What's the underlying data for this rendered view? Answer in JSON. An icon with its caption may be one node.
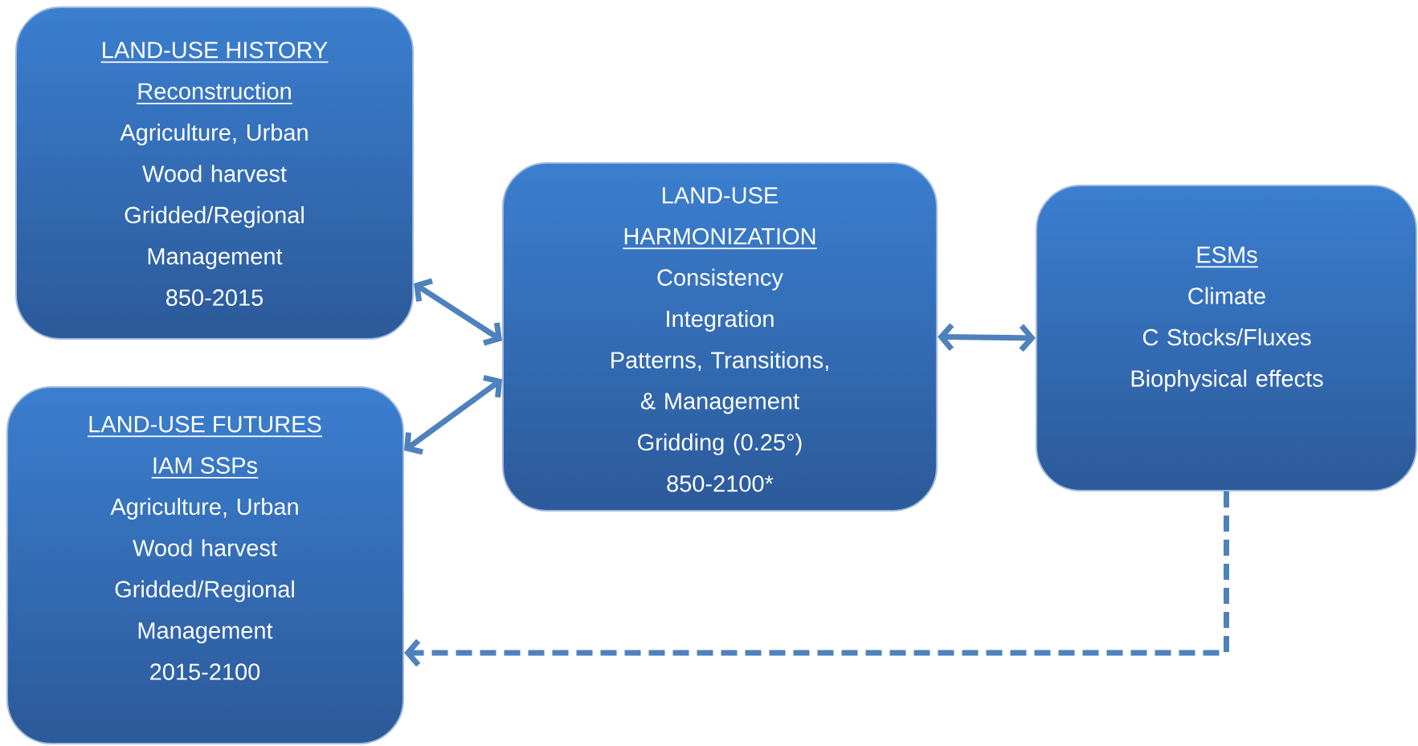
{
  "diagram": {
    "nodes": [
      {
        "text": [
          "LAND-USE HISTORY",
          "Reconstruction",
          "Agriculture, Urban",
          "Wood harvest",
          "Gridded/Regional",
          "Management",
          "850-2015"
        ]
      },
      {
        "text": [
          "LAND-USE FUTURES",
          "IAM SSPs",
          "Agriculture, Urban",
          "Wood harvest",
          "Gridded/Regional",
          "Management",
          "2015-2100"
        ]
      },
      {
        "text": [
          "LAND-USE HARMONIZATION",
          "Consistency",
          "Integration",
          "Patterns, Transitions, & Management",
          "Gridding (0.25°)",
          "850-2100*"
        ]
      },
      {
        "text": [
          "ESMs",
          "Climate",
          "C Stocks/Fluxes",
          "Biophysical effects"
        ]
      }
    ],
    "edges": [
      {
        "from": 0,
        "to": 2,
        "arrow": "both"
      },
      {
        "from": 1,
        "to": 2,
        "arrow": "both"
      },
      {
        "from": 2,
        "to": 3,
        "arrow": "both"
      },
      {
        "from": 3,
        "to": 1,
        "arrow": "to",
        "style": "dashed"
      }
    ]
  }
}
